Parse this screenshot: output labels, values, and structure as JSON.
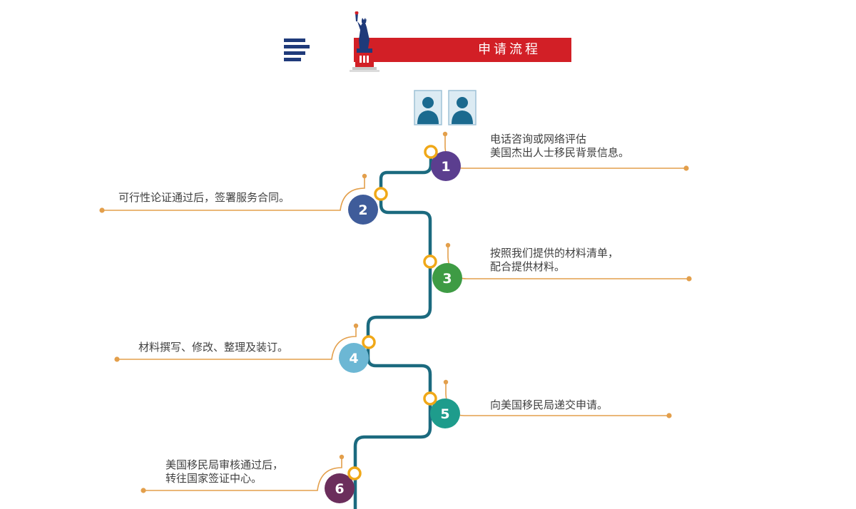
{
  "header": {
    "title": "申请流程"
  },
  "colors": {
    "accent": "#d21f26",
    "navy": "#1f3a7a",
    "path": "#1b6a7f",
    "leader": "#e39f4b",
    "ring": "#f0a818"
  },
  "steps": [
    {
      "number": "1",
      "color": "#5b3e8f",
      "lines": [
        "电话咨询或网络评估",
        "美国杰出人士移民背景信息。"
      ]
    },
    {
      "number": "2",
      "color": "#3f5c9a",
      "lines": [
        "可行性论证通过后，签署服务合同。"
      ]
    },
    {
      "number": "3",
      "color": "#3e9b44",
      "lines": [
        "按照我们提供的材料清单，",
        "配合提供材料。"
      ]
    },
    {
      "number": "4",
      "color": "#6cb7d4",
      "lines": [
        "材料撰写、修改、整理及装订。"
      ]
    },
    {
      "number": "5",
      "color": "#1e9c8c",
      "lines": [
        "向美国移民局递交申请。"
      ]
    },
    {
      "number": "6",
      "color": "#6b2e5c",
      "lines": [
        "美国移民局审核通过后，",
        "转往国家签证中心。"
      ]
    }
  ]
}
